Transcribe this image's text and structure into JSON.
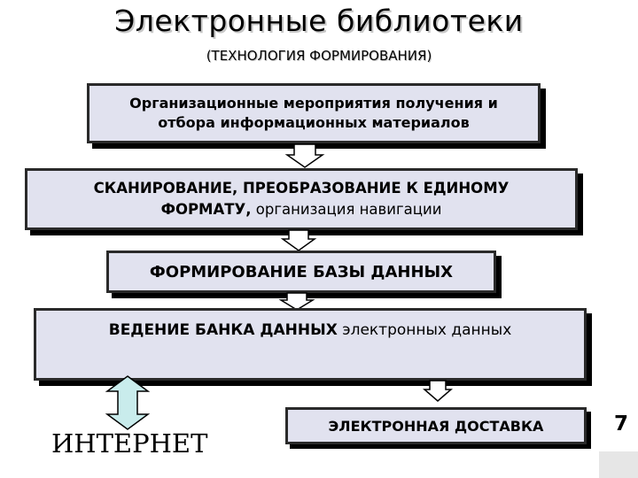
{
  "title": "Электронные библиотеки",
  "subtitle": "(ТЕХНОЛОГИЯ ФОРМИРОВАНИЯ)",
  "steps": {
    "step1": {
      "line1": "Организационные мероприятия получения и",
      "line2": "отбора информационных материалов"
    },
    "step2": {
      "line1": "СКАНИРОВАНИЕ, ПРЕОБРАЗОВАНИЕ К ЕДИНОМУ",
      "line2_bold": "ФОРМАТУ,",
      "line2_rest": " организация навигации"
    },
    "step3": {
      "label": "ФОРМИРОВАНИЕ БАЗЫ ДАННЫХ"
    },
    "step4": {
      "label_bold": "ВЕДЕНИЕ БАНКА ДАННЫХ",
      "label_rest": " электронных данных"
    },
    "step5": {
      "label": "ЭЛЕКТРОННАЯ ДОСТАВКА"
    }
  },
  "internet_label": "ИНТЕРНЕТ",
  "page_number": "7",
  "colors": {
    "box_fill": "#e1e2ef",
    "box_shadow": "#000000",
    "arrow_fill": "#ffffff",
    "double_arrow_fill": "#c9ecec"
  },
  "icons": {
    "down_arrow": "block-arrow-down-icon",
    "double_arrow": "double-arrow-vertical-icon"
  }
}
